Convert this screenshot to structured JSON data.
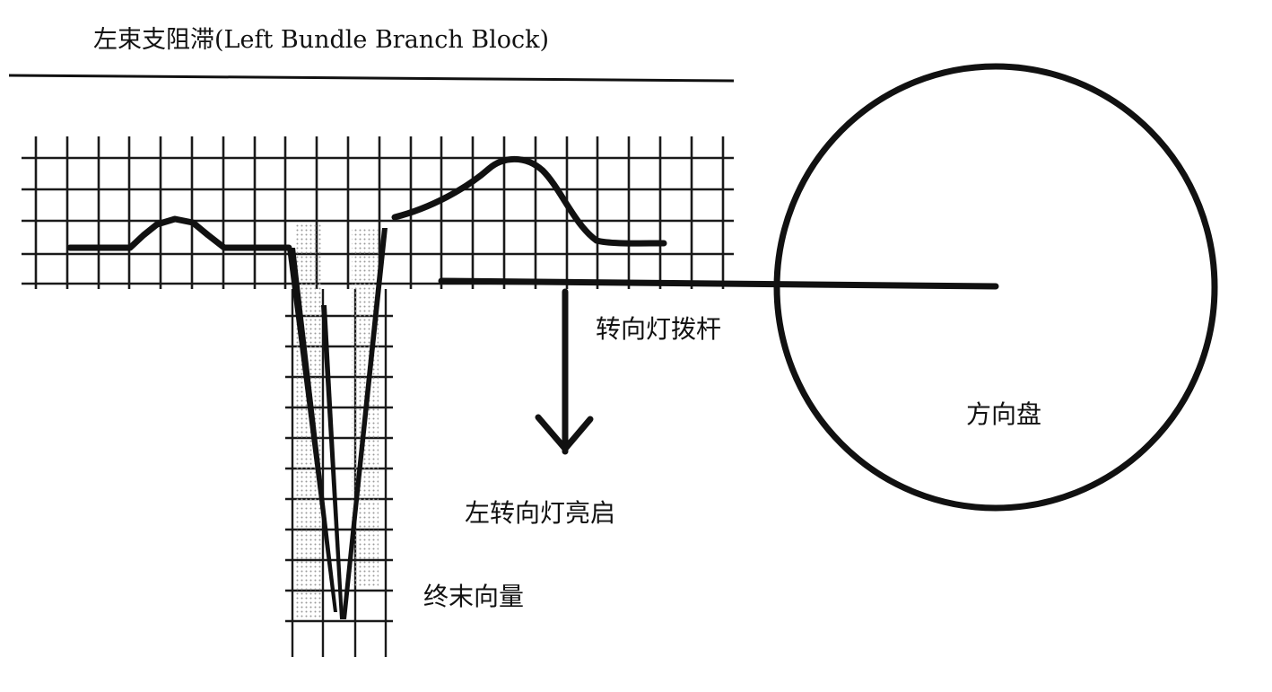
{
  "title": "左束支阻滞(Left Bundle Branch Block)",
  "labels": {
    "turn_signal_lever": "转向灯拨杆",
    "steering_wheel": "方向盘",
    "left_turn_signal_on": "左转向灯亮启",
    "terminal_vector": "终末向量"
  },
  "colors": {
    "ink": "#111111",
    "grid": "#1a1a1a",
    "stipple": "#9a9a9a",
    "background": "#ffffff"
  }
}
